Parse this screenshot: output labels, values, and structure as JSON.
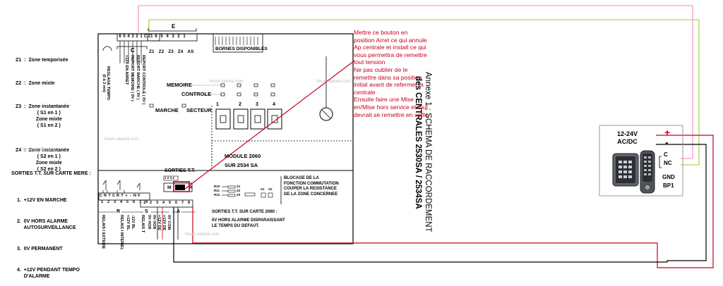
{
  "zones": [
    {
      "code": "Z1",
      "desc": "Zone temporisée"
    },
    {
      "code": "Z2",
      "desc": "Zone mixte"
    },
    {
      "code": "Z3",
      "desc": "Zone instantanée\n( S1 en 1 )\nZone mixte\n( S1 en 2 )"
    },
    {
      "code": "Z4",
      "desc": "Zone instantanée\n( S2 en 1 )\nZone mixte\n( S2 en 2 )"
    }
  ],
  "sorties_mere": {
    "title": "SORTIES T.T. SUR CARTE MERE :",
    "items": [
      "1.  +12V EN MARCHE",
      "2.  0V HORS ALARME\n     AUTOSURVEILLANCE",
      "3.  0V PERMANENT",
      "4.  +12V PENDANT TEMPO\n     D'ALARME"
    ]
  },
  "board": {
    "e_label": "E",
    "c_label": "C",
    "top_terminals": [
      "6",
      "5",
      "4",
      "3",
      "2",
      "1",
      "C",
      "Z1",
      "6",
      "5",
      "4",
      "3",
      "2",
      "1"
    ],
    "zone_labels": [
      "Z1",
      "Z2",
      "Z3",
      "Z4",
      "AS"
    ],
    "bornes": "BORNES DISPONIBLES",
    "reglage": "REGLAGE TEMPO\n(5 à 3 mn)",
    "vertical_cols": [
      "REPORT CONTROLE ( 0V )",
      "REPORT MARCHE ( 0V )",
      "REPORT MEMOIRE ( 0V )",
      "+12V EN ARRET"
    ],
    "memoire": "MEMOIRE",
    "controle": "CONTROLE",
    "marche": "MARCHE",
    "secteur": "SECTEUR",
    "switches": [
      "1",
      "2",
      "3",
      "4"
    ],
    "module_line1": "MODULE 2060",
    "module_line2": "SUR 2534 SA",
    "sorties_tt": "SORTIES T.T.",
    "sw_nums": "1 2 3 4",
    "m_label": "M",
    "a_label": "A",
    "r_rows": [
      "R10",
      "R11",
      "R12"
    ],
    "r_zones": [
      "Z1",
      "Z2",
      "Z3"
    ],
    "s_labels": [
      "S1",
      "S2"
    ],
    "blocage": "BLOCAGE DE LA\nFONCTION COMMUTATION\nCOUPER LA RESISTANCE\nDE LA ZONE CONCERNEE",
    "sorties_2060": "SORTIES T.T. SUR CARTE 2060 :",
    "hors_alarme": "0V HORS ALARME DISPARAISSANT\nLE TEMPS DU DEFAUT.",
    "bottom_terminals": [
      "C",
      "R",
      "T",
      "C",
      "R",
      "T",
      "+",
      "-",
      "N",
      "F",
      "1",
      "2",
      "3",
      "4",
      "1",
      "2",
      "3",
      "4",
      "5",
      "6",
      "7",
      "8"
    ],
    "bottom_nums": [
      "1",
      "2",
      "3",
      "4",
      "5",
      "6",
      "7",
      "8",
      "1",
      "2",
      "3",
      "4",
      "5",
      "6",
      "7",
      "8"
    ],
    "group_r": "R",
    "group_s": "S",
    "group_a": "A",
    "bottom_vertical": [
      "RELAIS I EXTERIE",
      "RELAIS I INTERIEL",
      "+12V BL",
      "-12V BL",
      "RELAIS T",
      "0V HOR",
      "0V HOR",
      "+12V DE",
      "+12V DE",
      "0V COM"
    ]
  },
  "vertical_title_1": "Annexe 1 : SCHEMA DE RACCORDEMENT",
  "vertical_title_2": "des CENTRALES 2530SA  /  2534SA",
  "watermark": "forum-alarme.com",
  "note": "Mettre ce bouton en position Arret ce qui annule Ap centrale et install ce qui vous permettra de remettre tout tension\nNe pas oublier de le remettre dans sa position initial avant de refermer la centrale\nEnsuite faire une Mise en/Mise hors service et tout devrait se remettre en veille",
  "keypad": {
    "voltage": "12-24V\nAC/DC",
    "plus": "+",
    "minus": "-",
    "c": "C",
    "nc": "NC",
    "gnd": "GND",
    "bp1": "BP1"
  },
  "colors": {
    "red": "#c8001e",
    "green": "#9acd32",
    "pink": "#f08cbe",
    "black": "#000000"
  }
}
